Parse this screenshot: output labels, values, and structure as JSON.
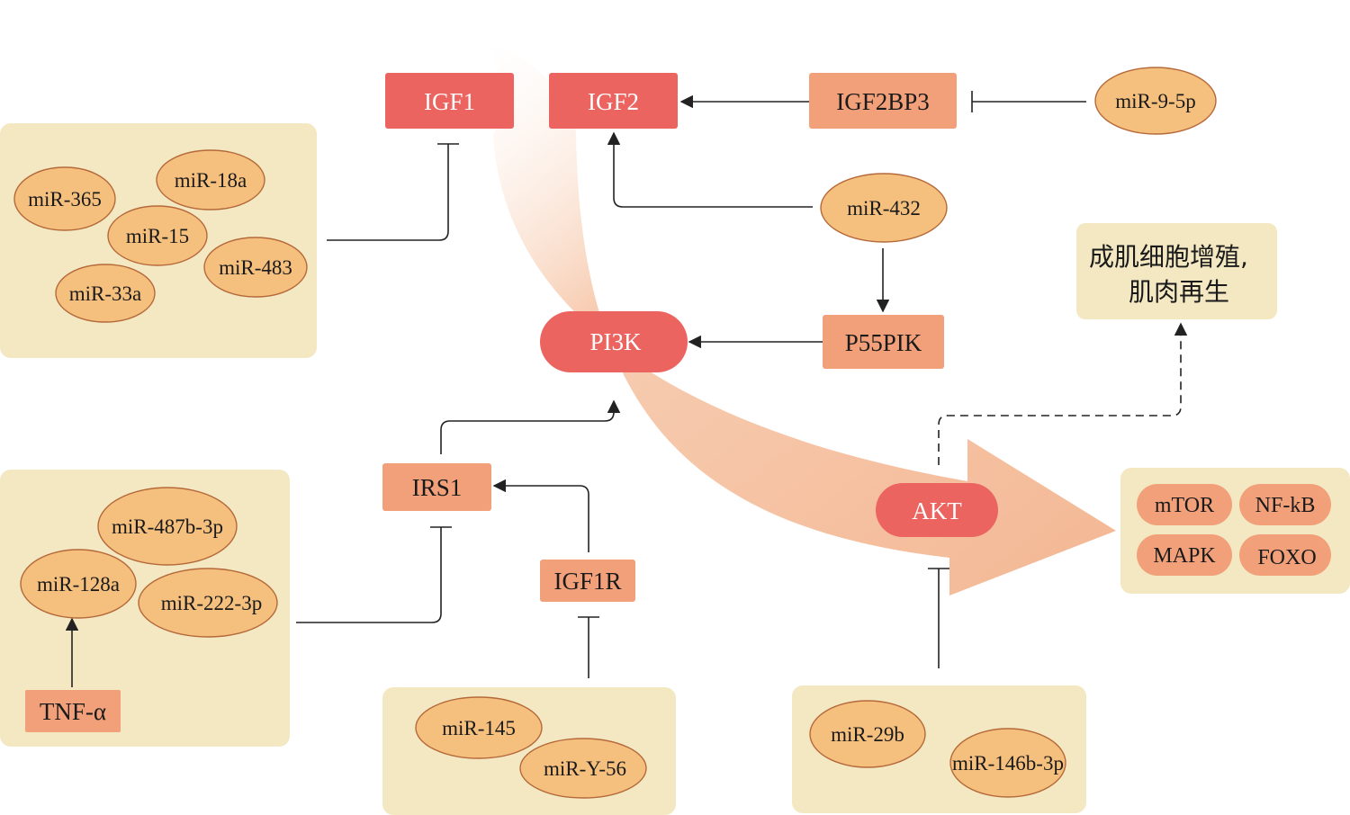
{
  "colors": {
    "panel": "#f3e8c2",
    "ellipse_fill": "#f5c07e",
    "ellipse_stroke": "#b5693a",
    "red_box": "#ec6460",
    "salmon_box": "#f2a07a",
    "target_pill": "#f2a07a",
    "arrow_body": "#f4b996",
    "line": "#222222"
  },
  "nodes": {
    "igf1": "IGF1",
    "igf2": "IGF2",
    "igf2bp3": "IGF2BP3",
    "pi3k": "PI3K",
    "p55pik": "P55PIK",
    "irs1": "IRS1",
    "igf1r": "IGF1R",
    "akt": "AKT",
    "tnf": "TNF-α"
  },
  "mirnas": {
    "mir_9_5p": "miR-9-5p",
    "mir_432": "miR-432",
    "mir_365": "miR-365",
    "mir_18a": "miR-18a",
    "mir_15": "miR-15",
    "mir_483": "miR-483",
    "mir_33a": "miR-33a",
    "mir_487b": "miR-487b-3p",
    "mir_128a": "miR-128a",
    "mir_222": "miR-222-3p",
    "mir_145": "miR-145",
    "mir_y56": "miR-Y-56",
    "mir_29b": "miR-29b",
    "mir_146b": "miR-146b-3p"
  },
  "targets": {
    "mtor": "mTOR",
    "nfkb": "NF-kB",
    "mapk": "MAPK",
    "foxo": "FOXO"
  },
  "outcome": {
    "line1": "成肌细胞增殖,",
    "line2": "肌肉再生"
  }
}
